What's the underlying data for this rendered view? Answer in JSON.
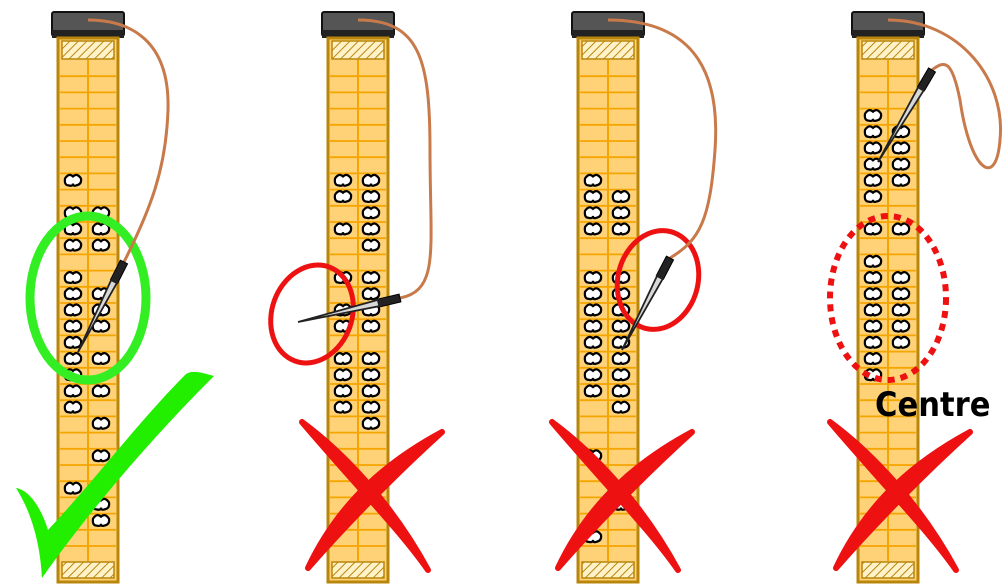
{
  "labels": {
    "centre": "Centre"
  },
  "panels": [
    {
      "id": "probe-centred",
      "verdict": "correct"
    },
    {
      "id": "probe-through-wall",
      "verdict": "incorrect"
    },
    {
      "id": "probe-off-centre",
      "verdict": "incorrect"
    },
    {
      "id": "probe-too-high",
      "verdict": "incorrect"
    }
  ],
  "colors": {
    "column_fill": "#ffd277",
    "column_border": "#b8860b",
    "grid_line": "#f5a500",
    "cap": "#555555",
    "cable": "#c87a4a",
    "tick": "#22ee00",
    "green_ring": "#33ee22",
    "cross": "#ee1111",
    "red_ring": "#ee1111",
    "label": "#000000"
  }
}
